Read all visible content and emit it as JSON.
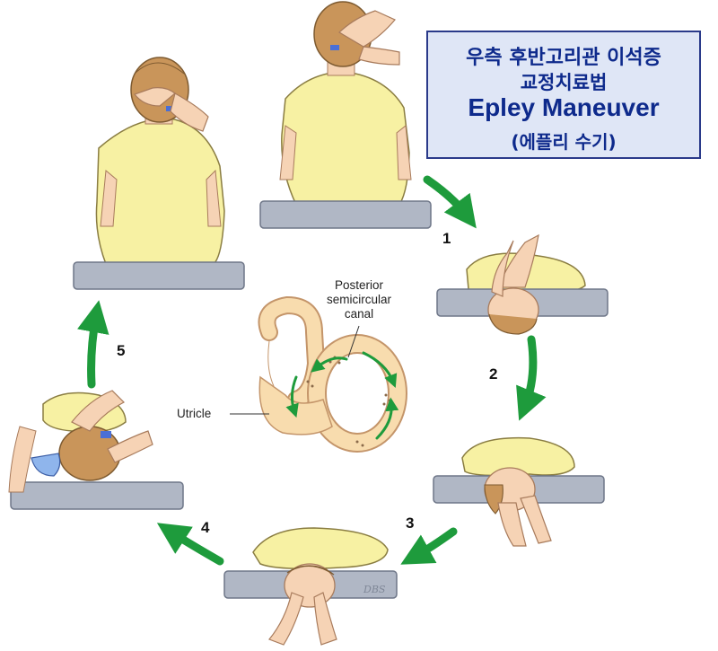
{
  "title": {
    "line1": "우측 후반고리관 이석증",
    "line2": "교정치료법",
    "line3": "Epley Maneuver",
    "line4": "(에플리 수기)"
  },
  "steps": [
    "1",
    "2",
    "3",
    "4",
    "5"
  ],
  "ear": {
    "label_canal_1": "Posterior",
    "label_canal_2": "semicircular",
    "label_canal_3": "canal",
    "label_utricle": "Utricle"
  },
  "signature": "DBS",
  "colors": {
    "skin": "#f6d3b5",
    "hair": "#c9955a",
    "shirt": "#f7f1a3",
    "table": "#b0b7c5",
    "arrow": "#1e9b3c",
    "ear": "#f8dcae",
    "title_bg": "#dfe6f6",
    "title_text": "#0e2a8c"
  }
}
